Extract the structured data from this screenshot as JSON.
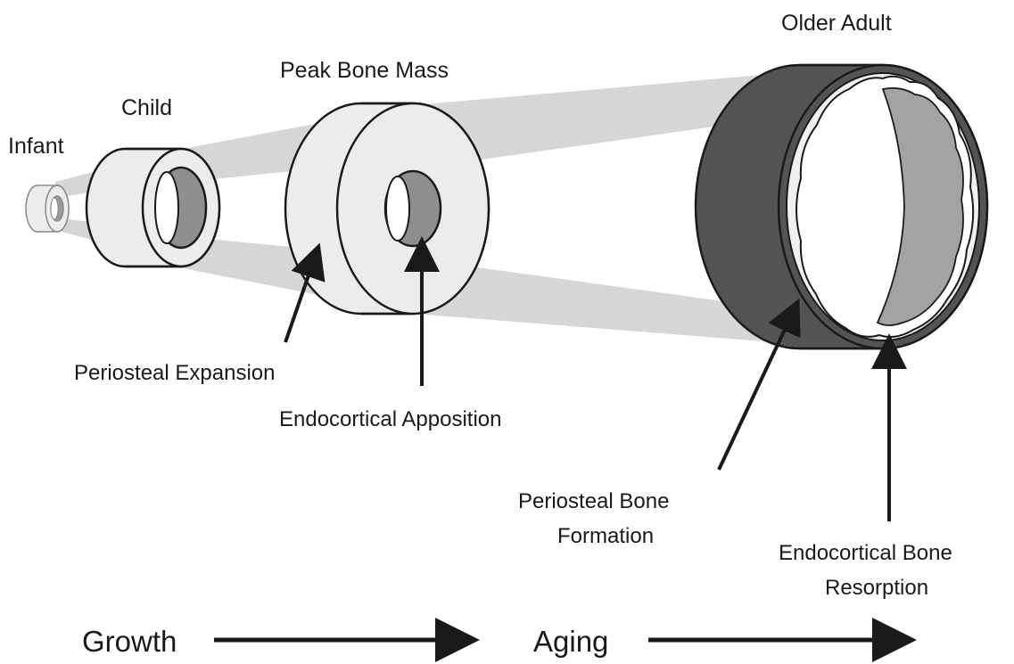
{
  "stages": {
    "infant": "Infant",
    "child": "Child",
    "peak": "Peak Bone Mass",
    "older": "Older Adult"
  },
  "annotations": {
    "periosteal_expansion": "Periosteal Expansion",
    "endocortical_apposition": "Endocortical Apposition",
    "periosteal_formation_line1": "Periosteal Bone",
    "periosteal_formation_line2": "Formation",
    "endocortical_resorption_line1": "Endocortical Bone",
    "endocortical_resorption_line2": "Resorption"
  },
  "phases": {
    "growth": "Growth",
    "aging": "Aging"
  },
  "colors": {
    "cone": "#d6d6d6",
    "bone_light": "#ececec",
    "marrow": "#8f8f8f",
    "outer_dark": "#545454",
    "inner_grey": "#a3a3a3",
    "stroke": "#1a1a1a"
  }
}
